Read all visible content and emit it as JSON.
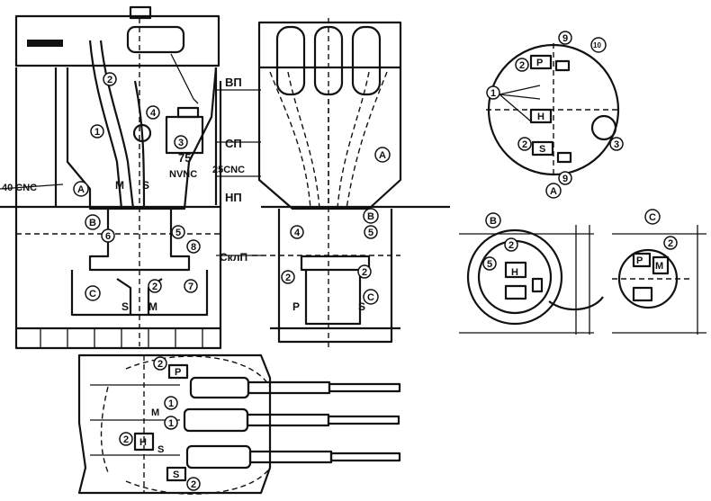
{
  "labels": {
    "vp": "ВП",
    "sp": "СП",
    "np": "НП",
    "sklp": "СклП",
    "cnc25": "25CNC",
    "cnc40": "40 CNC",
    "num75": "75",
    "nvnc": "NVNC",
    "m": "M",
    "s": "S",
    "p": "P",
    "h": "H",
    "sec_a": "A",
    "sec_b": "B",
    "sec_c": "C",
    "n1": "1",
    "n2": "2",
    "n3": "3",
    "n4": "4",
    "n5": "5",
    "n6": "6",
    "n7": "7",
    "n8": "8",
    "n9": "9",
    "n10": "10"
  }
}
